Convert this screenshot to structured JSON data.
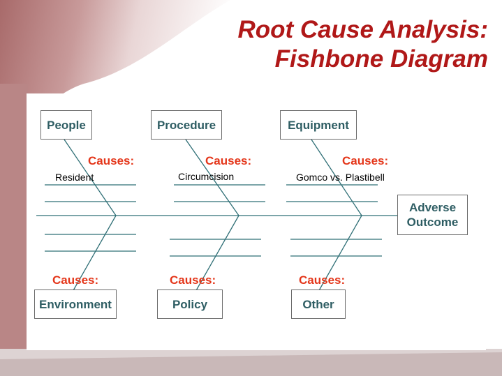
{
  "title": {
    "line1": "Root Cause Analysis:",
    "line2": "Fishbone Diagram"
  },
  "categories": {
    "people": "People",
    "procedure": "Procedure",
    "equipment": "Equipment",
    "environment": "Environment",
    "policy": "Policy",
    "other": "Other"
  },
  "outcome": {
    "line1": "Adverse",
    "line2": "Outcome"
  },
  "causes_label": "Causes:",
  "notes": {
    "people": "Resident",
    "procedure": "Circumcision",
    "equipment": "Gomco vs. Plastibell"
  },
  "colors": {
    "title": "#b01818",
    "causes": "#e4361a",
    "box_text": "#2e5d63",
    "lines": "#2f6f76"
  }
}
